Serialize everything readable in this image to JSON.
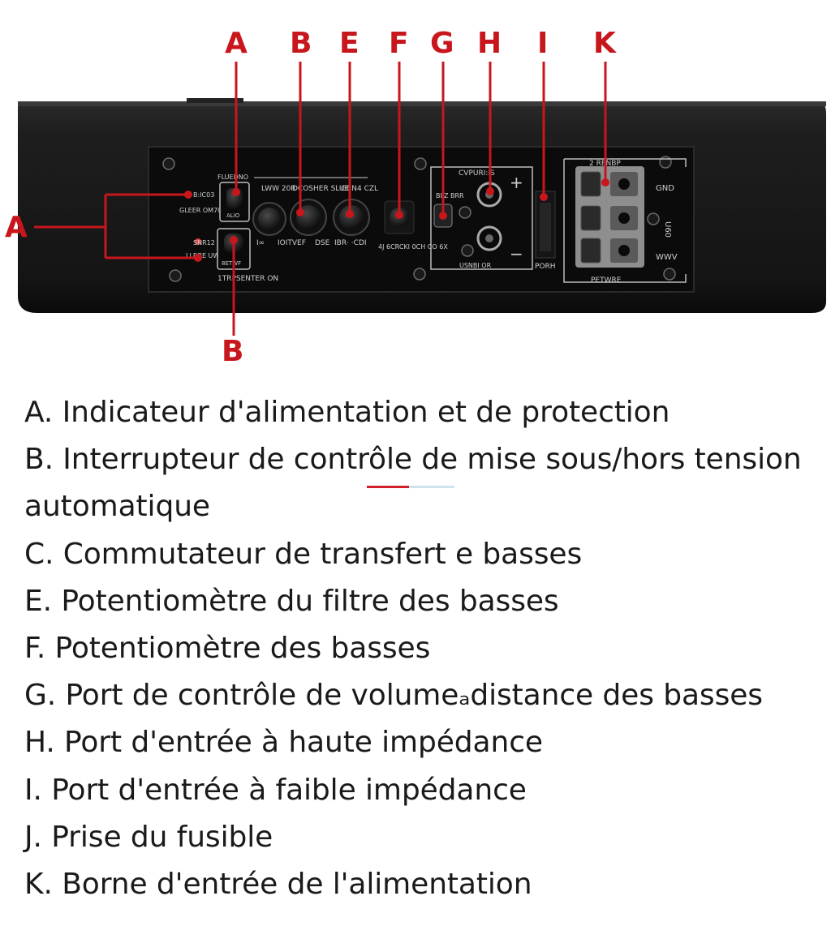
{
  "colors": {
    "callout_red": "#c8161d",
    "housing": "#1c1c1c",
    "panel": "#0d0d0d",
    "text_dark": "#1a1a1a"
  },
  "callouts": {
    "top": [
      "A",
      "B",
      "E",
      "F",
      "G",
      "H",
      "I",
      "K"
    ],
    "left": "A",
    "bottom": "B"
  },
  "panel_labels": {
    "low_cut": "LWW 20R",
    "bass_boost": "DCOSHER SLUE",
    "gain": "GCN4 CZL",
    "input_level": "4J 6CRCKI 0CH CO 6X",
    "outputs": "CVPURI:IS",
    "plus": "+",
    "minus": "−",
    "out_bottom": "USNBI OR",
    "power_port": "PORH",
    "terminal_top": "2 RENBP",
    "terminal_bottom": "PETWRE",
    "gnd": "GND",
    "rem": "U60",
    "plus12v": "WWV",
    "switch_label": "1TRPSENTER ON",
    "knob_low": "I∞",
    "knob_boost": "IOITVEF",
    "knob_gain_a": "DSE",
    "knob_gain_b": "IBR· ·CDI",
    "led_a_top": "B:IC03",
    "led_a_mid": "GLEER OM7CR",
    "led_b_top": "SNR12",
    "led_b_mid": "LLRBE UWTOG",
    "ga_label": "BLZ BRR",
    "small_a": "FLUEDNO",
    "small_a2": "ALIO",
    "small_b": "8ETWF"
  },
  "legend": [
    "A. Indicateur d'alimentation et de protection",
    "B. Interrupteur de contrôle de mise sous/hors tension automatique",
    "C. Commutateur  de transfert e basses",
    "E. Potentiomètre du filtre des basses",
    "F. Potentiomètre des basses",
    "G. Port de contrôle de volumeₐdistance des basses",
    "H. Port d'entrée à haute impédance",
    "I. Port d'entrée à faible impédance",
    "J. Prise du fusible",
    "K. Borne d'entrée de l'alimentation"
  ]
}
